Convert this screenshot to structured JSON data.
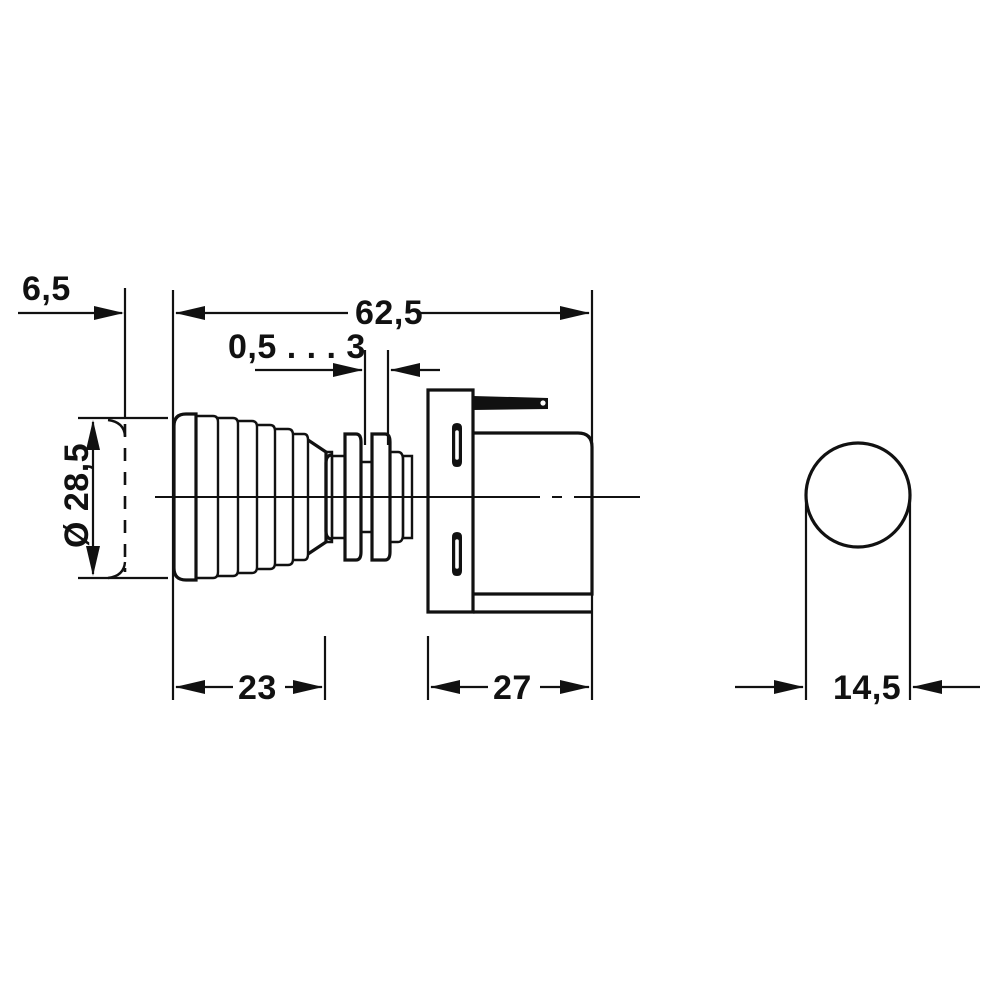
{
  "drawing": {
    "title": "Push-pull switch dimensional drawing",
    "units": "mm",
    "line_color": "#111111",
    "background_color": "#ffffff",
    "views": [
      {
        "name": "side-section-view",
        "label": ""
      },
      {
        "name": "front-view",
        "label": ""
      }
    ]
  },
  "dimensions": {
    "panel_offset": {
      "name": "6,5",
      "value": "6,5",
      "orientation": "horizontal",
      "position": "top-left"
    },
    "overall_length": {
      "name": "62,5",
      "value": "62,5",
      "orientation": "horizontal",
      "position": "top-center"
    },
    "panel_thickness_range": {
      "name": "0,5...3",
      "value": "0,5 . . . 3",
      "orientation": "horizontal",
      "position": "upper-middle"
    },
    "knob_diameter": {
      "name": "diameter-28-5",
      "value": "Ø 28,5",
      "orientation": "vertical",
      "position": "left"
    },
    "front_length": {
      "name": "23",
      "value": "23",
      "orientation": "horizontal",
      "position": "bottom-left"
    },
    "rear_length": {
      "name": "27",
      "value": "27",
      "orientation": "horizontal",
      "position": "bottom-center"
    },
    "body_width": {
      "name": "14,5",
      "value": "14,5",
      "orientation": "horizontal",
      "position": "bottom-right"
    }
  }
}
